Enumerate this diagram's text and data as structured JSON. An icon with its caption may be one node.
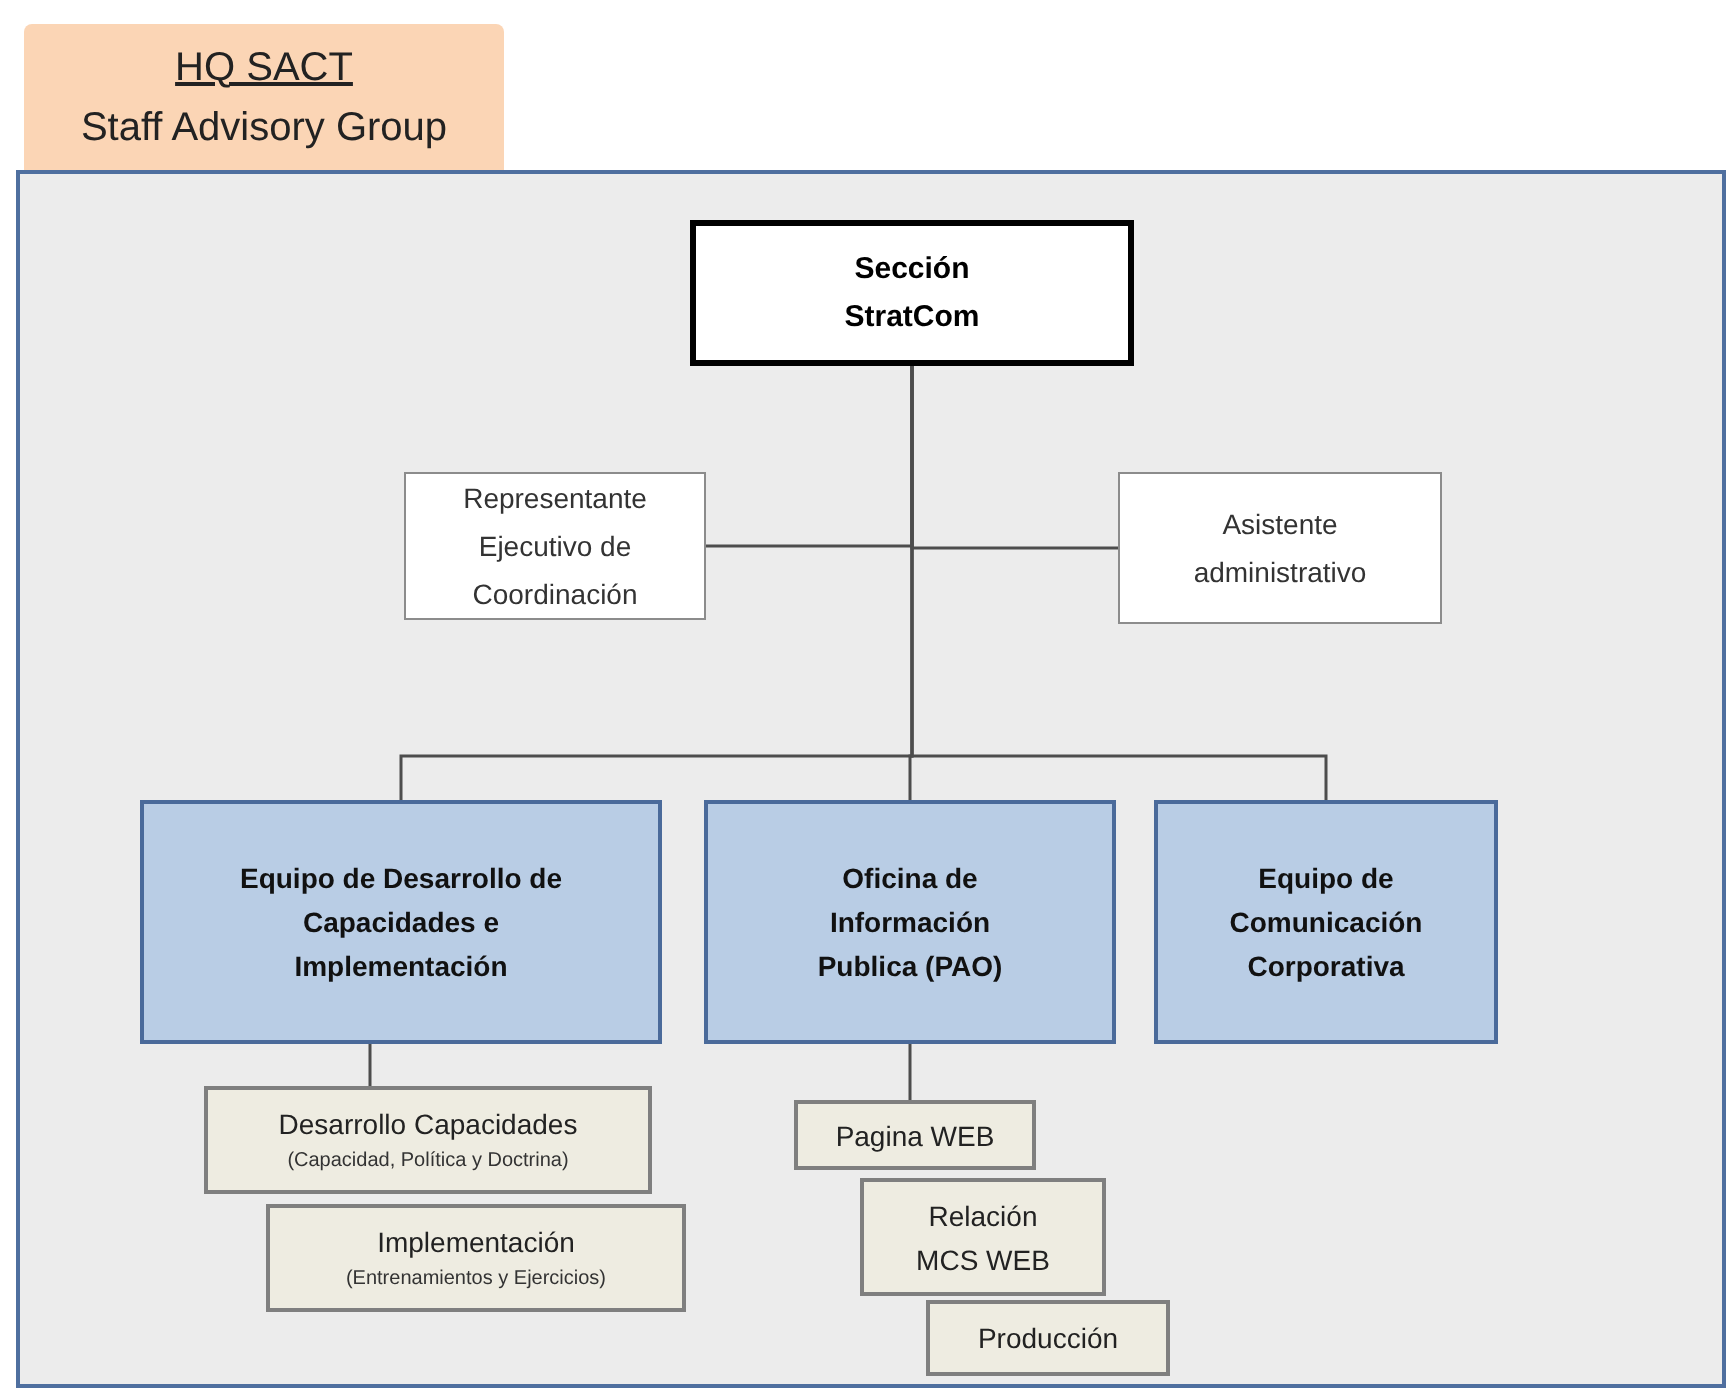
{
  "diagram": {
    "nodes": [
      {
        "text": [
          "HQ SACT",
          "Staff Advisory Group"
        ]
      },
      {
        "text": [],
        "shape": "box"
      },
      {
        "text": [
          "Sección StratCom"
        ],
        "in": 1
      },
      {
        "text": [
          "Representante Ejecutivo de Coordinación"
        ],
        "in": 1
      },
      {
        "text": [
          "Asistente administrativo"
        ],
        "in": 1
      },
      {
        "text": [
          "Equipo de Desarrollo de Capacidades e Implementación"
        ],
        "in": 1
      },
      {
        "text": [
          "Oficina de Información Publica (PAO)"
        ],
        "in": 1
      },
      {
        "text": [
          "Equipo de Comunicación Corporativa"
        ],
        "in": 1
      },
      {
        "text": [
          "Desarrollo Capacidades",
          "(Capacidad, Política y Doctrina)"
        ],
        "in": 1
      },
      {
        "text": [
          "Implementación",
          "(Entrenamientos y Ejercicios)"
        ],
        "in": 1
      },
      {
        "text": [
          "Pagina WEB"
        ],
        "in": 1
      },
      {
        "text": [
          "Relación MCS WEB"
        ],
        "in": 1
      },
      {
        "text": [
          "Producción"
        ],
        "in": 1
      }
    ],
    "edges": [
      {
        "from": 2,
        "to": 3,
        "arrow": "none"
      },
      {
        "from": 2,
        "to": 4,
        "arrow": "none"
      },
      {
        "from": 2,
        "to": 5,
        "arrow": "none"
      },
      {
        "from": 2,
        "to": 6,
        "arrow": "none"
      },
      {
        "from": 2,
        "to": 7,
        "arrow": "none"
      },
      {
        "from": 5,
        "to": 8,
        "arrow": "none"
      },
      {
        "from": 6,
        "to": 10,
        "arrow": "none"
      }
    ]
  }
}
